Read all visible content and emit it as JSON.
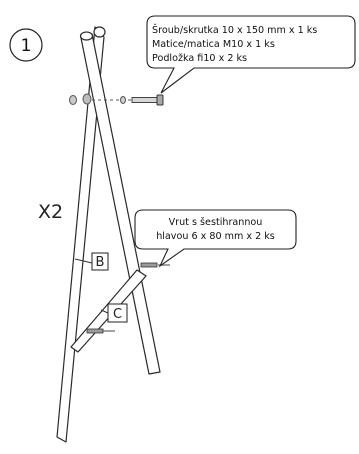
{
  "step": {
    "number": "1"
  },
  "quantity": "X2",
  "callouts": {
    "bolt_kit": {
      "lines": [
        "Šroub/skrutka 10 x 150 mm x 1 ks",
        "Matice/matica M10 x 1 ks",
        "Podložka fi10 x 2 ks"
      ]
    },
    "hex_screws": {
      "lines": [
        "Vrut s šestihrannou",
        "hlavou 6 x 80 mm x 2 ks"
      ]
    }
  },
  "parts": {
    "b": "B",
    "c": "C"
  }
}
